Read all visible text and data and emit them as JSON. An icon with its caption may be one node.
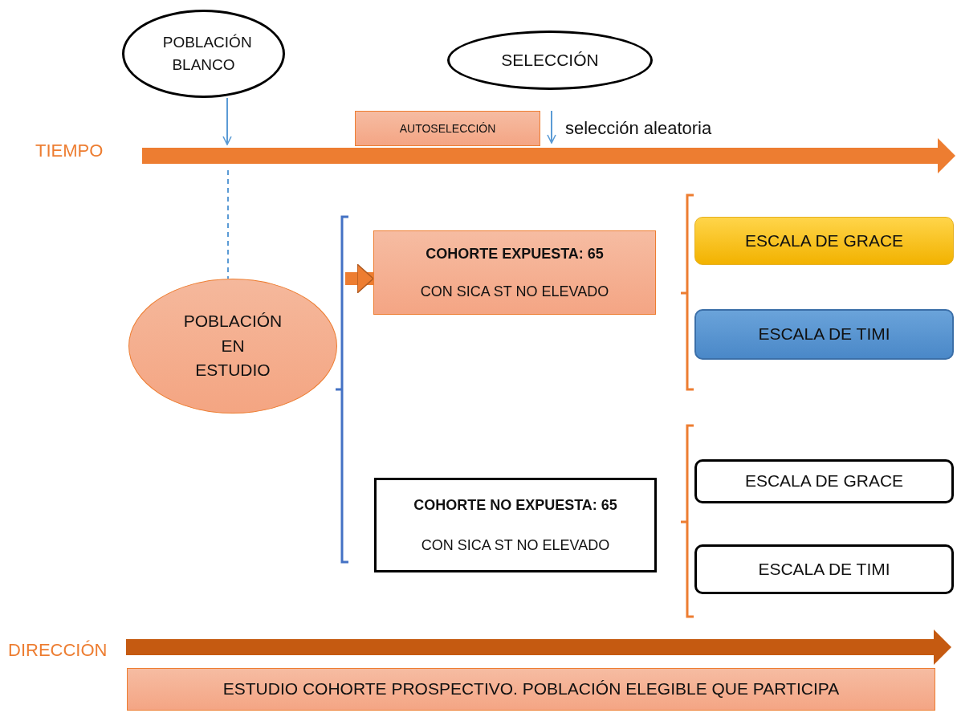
{
  "diagram": {
    "nodes": [
      {
        "text": [
          "POBLACIÓN BLANCO"
        ]
      },
      {
        "text": [
          "SELECCIÓN"
        ]
      },
      {
        "text": [
          "AUTOSELECCIÓN"
        ]
      },
      {
        "text": [
          "POBLACIÓN EN ESTUDIO"
        ]
      },
      {
        "text": [
          "COHORTE EXPUESTA: 65",
          "CON SICA ST NO ELEVADO"
        ]
      },
      {
        "text": [
          "ESCALA DE GRACE"
        ]
      },
      {
        "text": [
          "ESCALA DE TIMI"
        ]
      },
      {
        "text": [
          "COHORTE NO EXPUESTA: 65",
          "CON SICA ST NO ELEVADO"
        ]
      },
      {
        "text": [
          "ESCALA DE GRACE"
        ]
      },
      {
        "text": [
          "ESCALA DE TIMI"
        ]
      },
      {
        "text": [
          "ESTUDIO COHORTE PROSPECTIVO. POBLACIÓN ELEGIBLE QUE PARTICIPA"
        ]
      }
    ],
    "edges": [
      {
        "from": 0,
        "to": null,
        "arrow": "to"
      },
      {
        "from": null,
        "to": 3,
        "arrow": "none",
        "style": "dashed"
      },
      {
        "from": 3,
        "to": 4,
        "arrow": "to",
        "style": "thick",
        "color": "#ed7d31"
      }
    ],
    "labels": [
      "TIEMPO",
      "selección aleatoria",
      "DIRECCIÓN"
    ]
  }
}
